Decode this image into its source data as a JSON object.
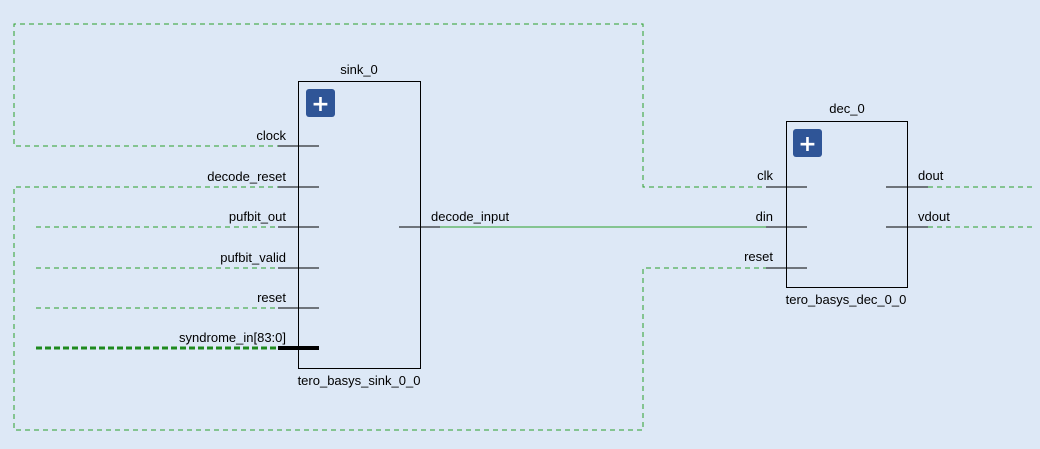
{
  "blocks": {
    "sink": {
      "instance": "sink_0",
      "module": "tero_basys_sink_0_0",
      "ports_in": [
        "clock",
        "decode_reset",
        "pufbit_out",
        "pufbit_valid",
        "reset",
        "syndrome_in[83:0]"
      ],
      "port_out": "decode_input"
    },
    "dec": {
      "instance": "dec_0",
      "module": "tero_basys_dec_0_0",
      "ports_in": [
        "clk",
        "din",
        "reset"
      ],
      "ports_out": [
        "dout",
        "vdout"
      ]
    }
  },
  "expand_glyph": "+",
  "colors": {
    "background": "#dde8f6",
    "net": "#2ca02c",
    "expand_button": "#2f5597"
  }
}
